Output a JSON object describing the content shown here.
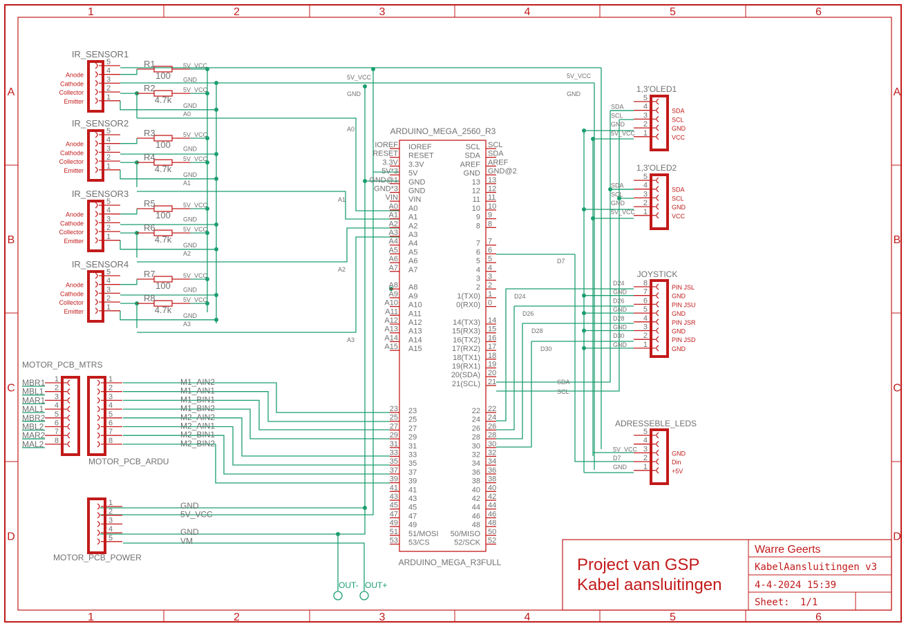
{
  "frame": {
    "columns": [
      "1",
      "2",
      "3",
      "4",
      "5",
      "6"
    ],
    "rows": [
      "A",
      "B",
      "C",
      "D"
    ]
  },
  "ir_sensors": [
    {
      "name": "IR_SENSOR1",
      "r_top": "R1",
      "r_top_val": "100",
      "r_bot": "R2",
      "r_bot_val": "4.7k",
      "analog": "A0"
    },
    {
      "name": "IR_SENSOR2",
      "r_top": "R3",
      "r_top_val": "100",
      "r_bot": "R4",
      "r_bot_val": "4.7k",
      "analog": "A1"
    },
    {
      "name": "IR_SENSOR3",
      "r_top": "R5",
      "r_top_val": "100",
      "r_bot": "R6",
      "r_bot_val": "4.7k",
      "analog": "A2"
    },
    {
      "name": "IR_SENSOR4",
      "r_top": "R7",
      "r_top_val": "100",
      "r_bot": "R8",
      "r_bot_val": "4.7k",
      "analog": "A3"
    }
  ],
  "ir_pin_labels": [
    "Anode",
    "Cathode",
    "Collector",
    "Emitter"
  ],
  "ir_pin_numbers": [
    "5",
    "4",
    "3",
    "2",
    "1"
  ],
  "net_labels": {
    "vcc": "5V_VCC",
    "gnd": "GND",
    "sda": "SDA",
    "scl": "SCL",
    "d7": "D7",
    "d24": "D24",
    "d26": "D26",
    "d28": "D28",
    "d30": "D30",
    "vm": "VM"
  },
  "arduino": {
    "title": "ARDUINO_MEGA_2560_R3",
    "subtitle": "ARDUINO_MEGA_R3FULL",
    "left_pins_outer": [
      "IOREF",
      "RESET",
      "3.3V",
      "5V*3",
      "GND@1",
      "GND*3",
      "VIN",
      "A0",
      "A1",
      "A2",
      "A3",
      "A4",
      "A5",
      "A6",
      "A7",
      "",
      "A8",
      "A9",
      "A10",
      "A11",
      "A12",
      "A13",
      "A14",
      "A15"
    ],
    "left_pins_inner": [
      "IOREF",
      "RESET",
      "3.3V",
      "5V",
      "GND",
      "GND",
      "VIN",
      "A0",
      "A1",
      "A2",
      "A3",
      "A4",
      "A5",
      "A6",
      "A7",
      "",
      "A8",
      "A9",
      "A10",
      "A11",
      "A12",
      "A13",
      "A14",
      "A15"
    ],
    "right_pins_outer": [
      "SCL",
      "SDA",
      "AREF",
      "GND@2",
      "13",
      "12",
      "11",
      "10",
      "9",
      "8",
      "",
      "7",
      "6",
      "5",
      "4",
      "3",
      "2",
      "1",
      "0",
      "",
      "14",
      "15",
      "16",
      "17",
      "18",
      "19",
      "20",
      "21"
    ],
    "right_pins_inner": [
      "SCL",
      "SDA",
      "AREF",
      "GND",
      "13",
      "12",
      "11",
      "10",
      "9",
      "8",
      "",
      "7",
      "6",
      "5",
      "4",
      "3",
      "2",
      "1(TX0)",
      "0(RX0)",
      "",
      "14(TX3)",
      "15(RX3)",
      "16(TX2)",
      "17(RX2)",
      "18(TX1)",
      "19(RX1)",
      "20(SDA)",
      "21(SCL)"
    ],
    "left_digital": [
      "23",
      "25",
      "27",
      "29",
      "31",
      "33",
      "35",
      "37",
      "39",
      "41",
      "43",
      "45",
      "47",
      "49",
      "51",
      "53"
    ],
    "left_digital_inner": [
      "23",
      "25",
      "27",
      "29",
      "31",
      "33",
      "35",
      "37",
      "39",
      "41",
      "43",
      "45",
      "47",
      "49",
      "51/MOSI",
      "53/CS"
    ],
    "right_digital": [
      "22",
      "24",
      "26",
      "28",
      "30",
      "32",
      "34",
      "36",
      "38",
      "40",
      "42",
      "44",
      "46",
      "48",
      "50",
      "52"
    ],
    "right_digital_inner": [
      "22",
      "24",
      "26",
      "28",
      "30",
      "32",
      "34",
      "36",
      "38",
      "40",
      "42",
      "44",
      "46",
      "48",
      "50/MISO",
      "52/SCK"
    ]
  },
  "oled1": {
    "name": "1,3'OLED1",
    "pins": [
      "5",
      "4",
      "3",
      "2",
      "1"
    ],
    "nets": [
      "",
      "SDA",
      "SCL",
      "GND",
      "5V_VCC"
    ],
    "labels": [
      "SDA",
      "SCL",
      "GND",
      "VCC"
    ]
  },
  "oled2": {
    "name": "1,3'OLED2",
    "pins": [
      "5",
      "4",
      "3",
      "2",
      "1"
    ],
    "nets": [
      "",
      "SDA",
      "SCL",
      "GND",
      "5V_VCC"
    ],
    "labels": [
      "SDA",
      "SCL",
      "GND",
      "VCC"
    ]
  },
  "joystick": {
    "name": "JOYSTICK",
    "pins": [
      "8",
      "7",
      "6",
      "5",
      "4",
      "3",
      "2",
      "1"
    ],
    "nets": [
      "D24",
      "GND",
      "D26",
      "GND",
      "D28",
      "GND",
      "D30",
      "GND"
    ],
    "labels": [
      "PIN JSL",
      "GND",
      "PIN JSU",
      "GND",
      "PIN JSR",
      "GND",
      "PIN JSD",
      "GND"
    ]
  },
  "leds": {
    "name": "ADRESSEBLE_LEDS",
    "pins": [
      "5",
      "4",
      "3",
      "2",
      "1"
    ],
    "nets": [
      "",
      "",
      "5V_VCC",
      "D7",
      "GND"
    ],
    "labels": [
      "GND",
      "Din",
      "+5V"
    ]
  },
  "motor_mtrs": {
    "name": "MOTOR_PCB_MTRS",
    "labels": [
      "MBR1",
      "MBL1",
      "MAR1",
      "MAL1",
      "MBR2",
      "MBL2",
      "MAR2",
      "MAL2"
    ],
    "pins": [
      "1",
      "2",
      "3",
      "4",
      "5",
      "6",
      "7",
      "8"
    ]
  },
  "motor_ardu": {
    "name": "MOTOR_PCB_ARDU",
    "pins": [
      "1",
      "2",
      "3",
      "4",
      "5",
      "6",
      "7",
      "8"
    ],
    "nets": [
      "M1_AIN2",
      "M1_AIN1",
      "M1_BIN1",
      "M1_BIN2",
      "M2_AIN2",
      "M2_AIN1",
      "M2_BIN1",
      "M2_BIN2"
    ]
  },
  "motor_power": {
    "name": "MOTOR_PCB_POWER",
    "pins": [
      "1",
      "2",
      "3",
      "4",
      "5"
    ],
    "nets": [
      "GND",
      "5V_VCC",
      "",
      "GND",
      "VM"
    ]
  },
  "outputs": {
    "minus": "OUT-",
    "plus": "OUT+"
  },
  "title_block": {
    "project": "Project van GSP",
    "subtitle": "Kabel aansluitingen",
    "author": "Warre Geerts",
    "file": "KabelAansluitingen v3",
    "date": "4-4-2024 15:39",
    "sheet_label": "Sheet:",
    "sheet": "1/1"
  }
}
